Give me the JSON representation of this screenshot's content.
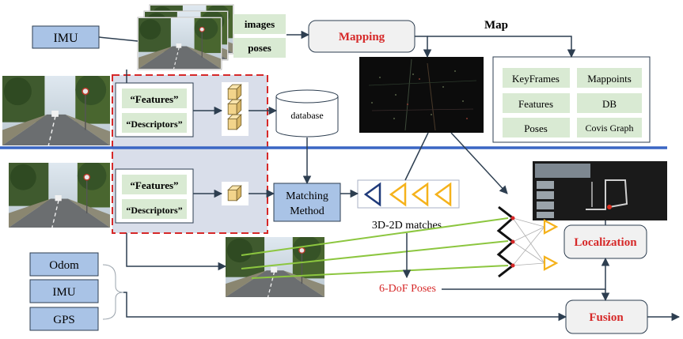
{
  "inputs": {
    "imu_top": "IMU",
    "odom": "Odom",
    "imu_bottom": "IMU",
    "gps": "GPS"
  },
  "mapping_inputs": {
    "images": "images",
    "poses": "poses"
  },
  "blocks": {
    "mapping": "Mapping",
    "map_title": "Map",
    "database": "database",
    "matching_line1": "Matching",
    "matching_line2": "Method",
    "matches_label": "3D-2D matches",
    "poses_6dof": "6-DoF Poses",
    "localization": "Localization",
    "fusion": "Fusion"
  },
  "feature_box_top": {
    "features": "“Features”",
    "descriptors": "“Descriptors”"
  },
  "feature_box_bottom": {
    "features": "“Features”",
    "descriptors": "“Descriptors”"
  },
  "map_contents": [
    "KeyFrames",
    "Mappoints",
    "Features",
    "DB",
    "Poses",
    "Covis Graph"
  ],
  "colors": {
    "accent_red": "#d62828",
    "box_blue": "#a9c3e6",
    "box_green": "#d9ead3",
    "region_fill": "#d9deea",
    "divider_blue": "#3a66c4",
    "arrow": "#2d3e50",
    "match_line": "#8cc63f",
    "triangle_yellow": "#f5b21b",
    "triangle_navy": "#1f3a7a",
    "cube": "#f2d48b"
  }
}
